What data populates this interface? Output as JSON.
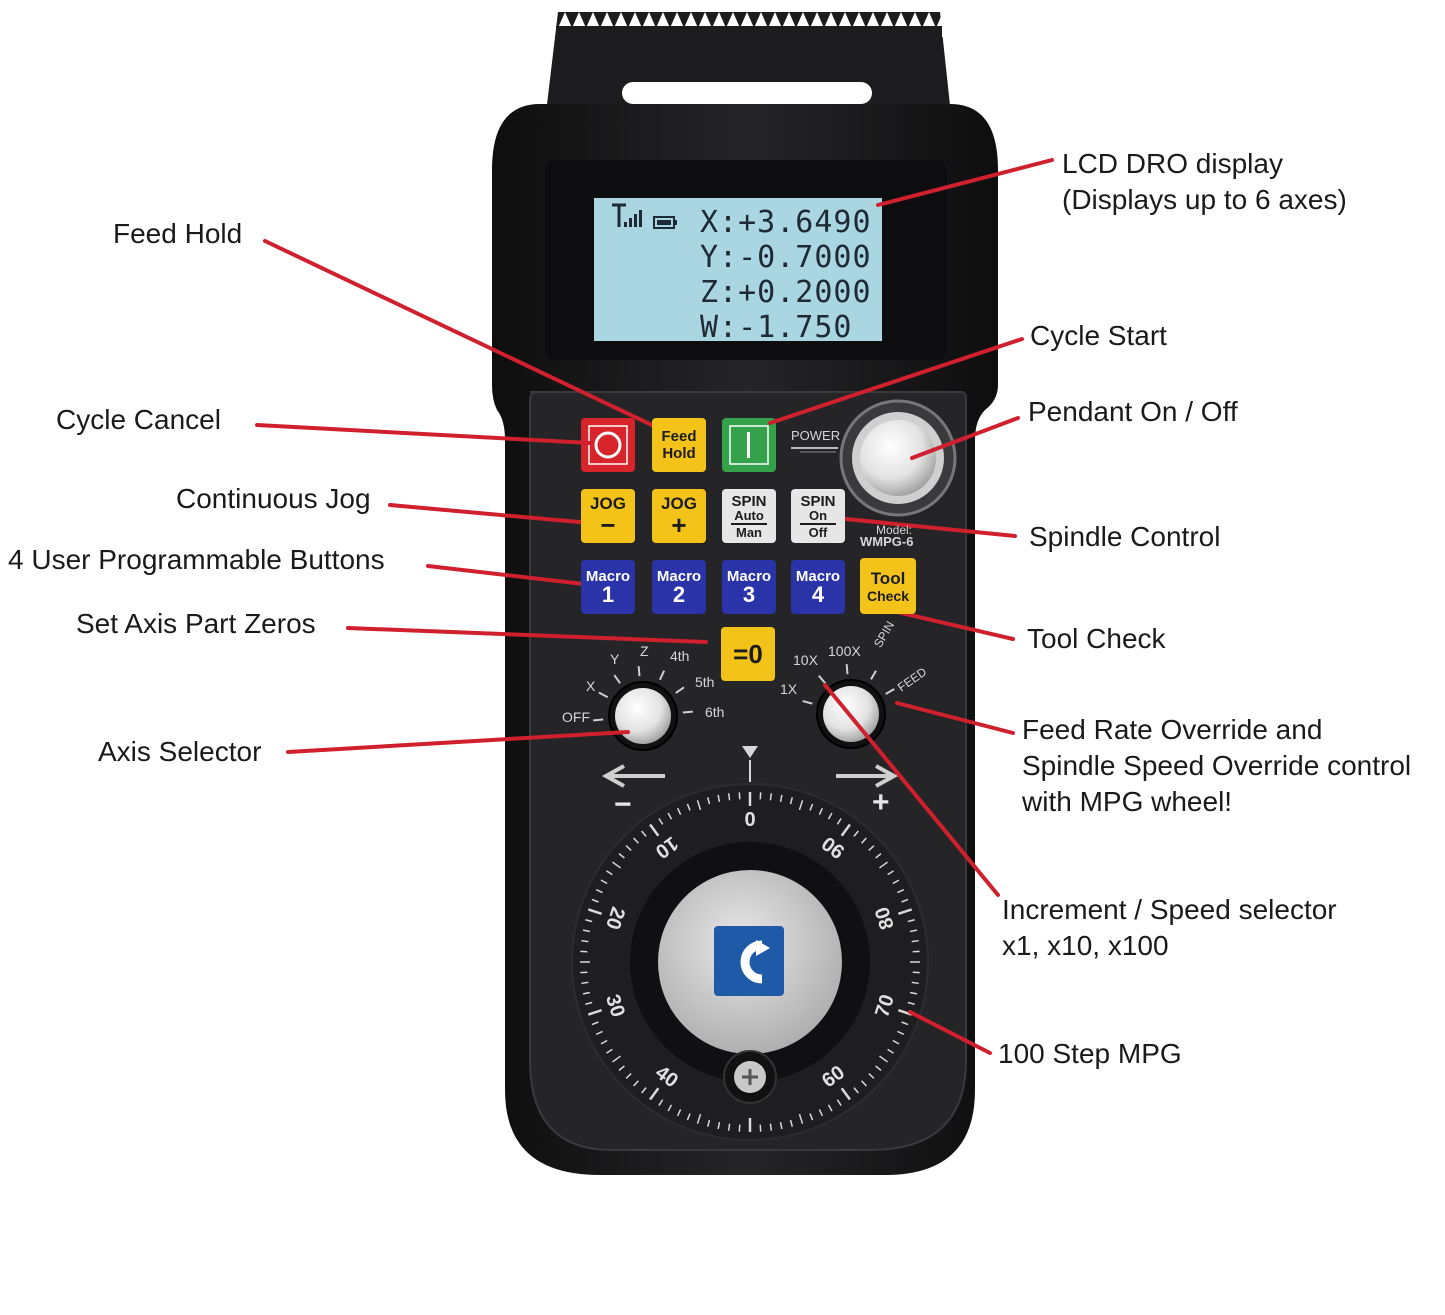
{
  "device": {
    "lcd": {
      "lines": [
        "X:+3.6490",
        "Y:-0.7000",
        "Z:+0.2000",
        "W:-1.750"
      ]
    },
    "buttons": {
      "feed_hold": [
        "Feed",
        "Hold"
      ],
      "jog_minus": [
        "JOG",
        "−"
      ],
      "jog_plus": [
        "JOG",
        "+"
      ],
      "spin_auto": [
        "SPIN",
        "Auto",
        "Man"
      ],
      "spin_on": [
        "SPIN",
        "On",
        "Off"
      ],
      "macro1": [
        "Macro",
        "1"
      ],
      "macro2": [
        "Macro",
        "2"
      ],
      "macro3": [
        "Macro",
        "3"
      ],
      "macro4": [
        "Macro",
        "4"
      ],
      "tool_check": [
        "Tool",
        "Check"
      ],
      "zero": "=0"
    },
    "power_label": "POWER",
    "model_label": "Model:",
    "model_name": "WMPG-6",
    "axis_ticks": [
      "OFF",
      "X",
      "Y",
      "Z",
      "4th",
      "5th",
      "6th"
    ],
    "speed_ticks": [
      "1X",
      "10X",
      "100X",
      "SPIN",
      "FEED"
    ],
    "wheel_numbers": [
      "0",
      "10",
      "20",
      "30",
      "40",
      "60",
      "70",
      "80",
      "90"
    ],
    "minus_sign": "−",
    "plus_sign": "+"
  },
  "callouts": {
    "lcd": [
      "LCD DRO display",
      "(Displays up to 6 axes)"
    ],
    "feed_hold": "Feed Hold",
    "cycle_start": "Cycle Start",
    "cycle_cancel": "Cycle Cancel",
    "pendant_on_off": "Pendant On / Off",
    "continuous_jog": "Continuous Jog",
    "spindle_control": "Spindle Control",
    "user_buttons": "4 User Programmable Buttons",
    "tool_check": "Tool Check",
    "set_axis_zeros": "Set Axis Part Zeros",
    "axis_selector": "Axis Selector",
    "feed_rate": [
      "Feed Rate Override and",
      "Spindle Speed Override control",
      "with MPG wheel!"
    ],
    "increment": [
      "Increment / Speed selector",
      "x1, x10, x100"
    ],
    "mpg": "100 Step MPG"
  },
  "colors": {
    "leader_line": "#d0202e",
    "body": "#1c1c1e",
    "lcd": "#a9d6e0"
  }
}
